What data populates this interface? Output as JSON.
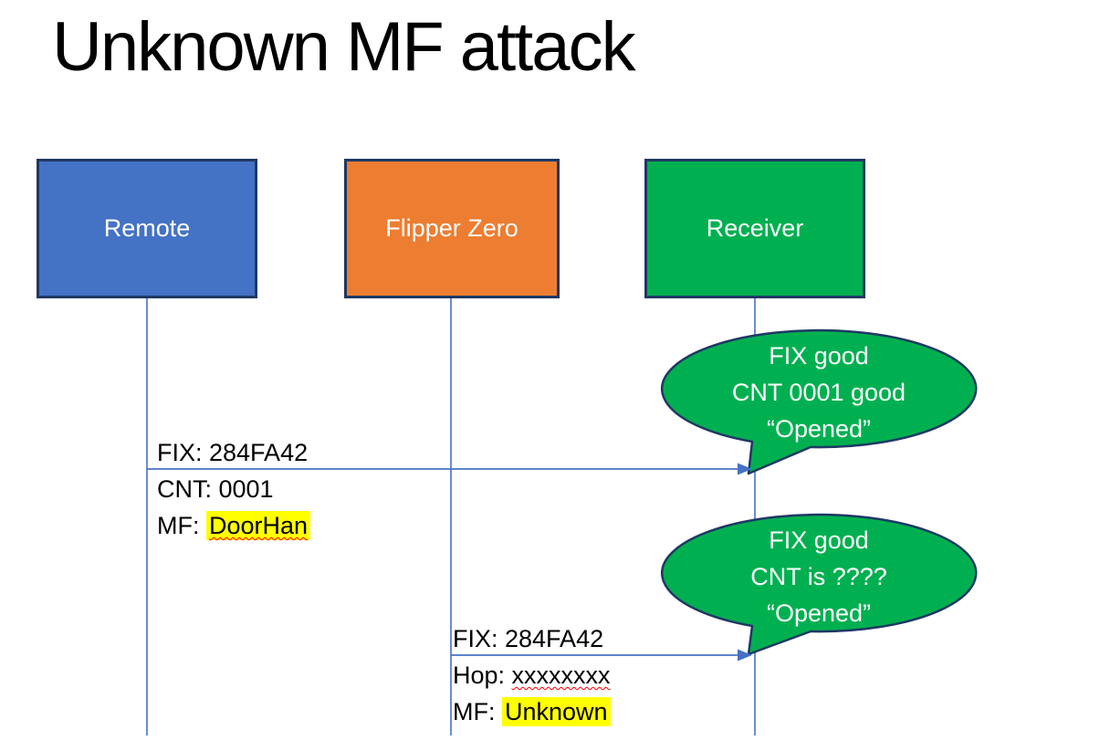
{
  "title": "Unknown MF attack",
  "actors": [
    {
      "label": "Remote",
      "color": "#4472C4"
    },
    {
      "label": "Flipper Zero",
      "color": "#ED7D31"
    },
    {
      "label": "Receiver",
      "color": "#00B050"
    }
  ],
  "messages": [
    {
      "above": "FIX: 284FA42",
      "line2_prefix": "CNT: ",
      "line2_value": "0001",
      "line3_prefix": "MF: ",
      "line3_value": "DoorHan"
    },
    {
      "above": "FIX: 284FA42",
      "line2_prefix": "Hop: ",
      "line2_value": "xxxxxxxx",
      "line3_prefix": "MF: ",
      "line3_value": "Unknown"
    }
  ],
  "callouts": [
    {
      "lines": [
        "FIX good",
        "CNT 0001 good",
        "“Opened”"
      ]
    },
    {
      "lines": [
        "FIX good",
        "CNT is ????",
        "“Opened”"
      ]
    }
  ],
  "colors": {
    "actor_outline": "#1F3864",
    "connector": "#4472C4",
    "callout_fill": "#00B050",
    "highlight": "#FFFF00",
    "spellcheck_underline": "#FF0000",
    "actor_text": "#FFFFFF",
    "title_text": "#000000"
  }
}
